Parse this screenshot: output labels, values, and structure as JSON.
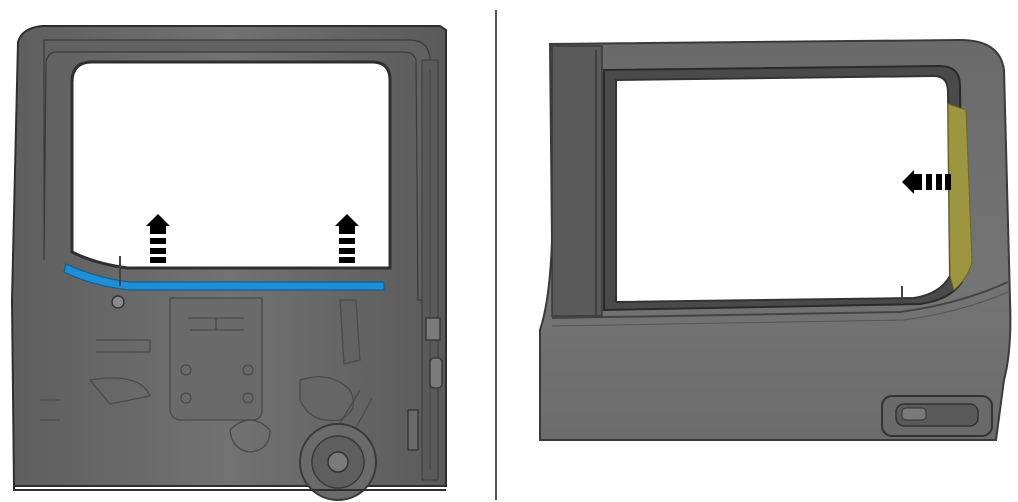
{
  "figure": {
    "panels": [
      {
        "view": "door-inner-panel",
        "highlight": {
          "part": "lower-window-seal",
          "color": "#1e8fd6"
        },
        "arrows": [
          {
            "direction": "up"
          },
          {
            "direction": "up"
          }
        ]
      },
      {
        "view": "door-outer-panel",
        "highlight": {
          "part": "rear-window-run-channel",
          "color": "#9c9640"
        },
        "arrows": [
          {
            "direction": "left"
          }
        ]
      }
    ],
    "colors": {
      "door_body": "#6f6f6f",
      "door_dark": "#3f3f3f",
      "door_light": "#8a8a8a",
      "divider": "#555555",
      "arrow": "#000000"
    }
  }
}
